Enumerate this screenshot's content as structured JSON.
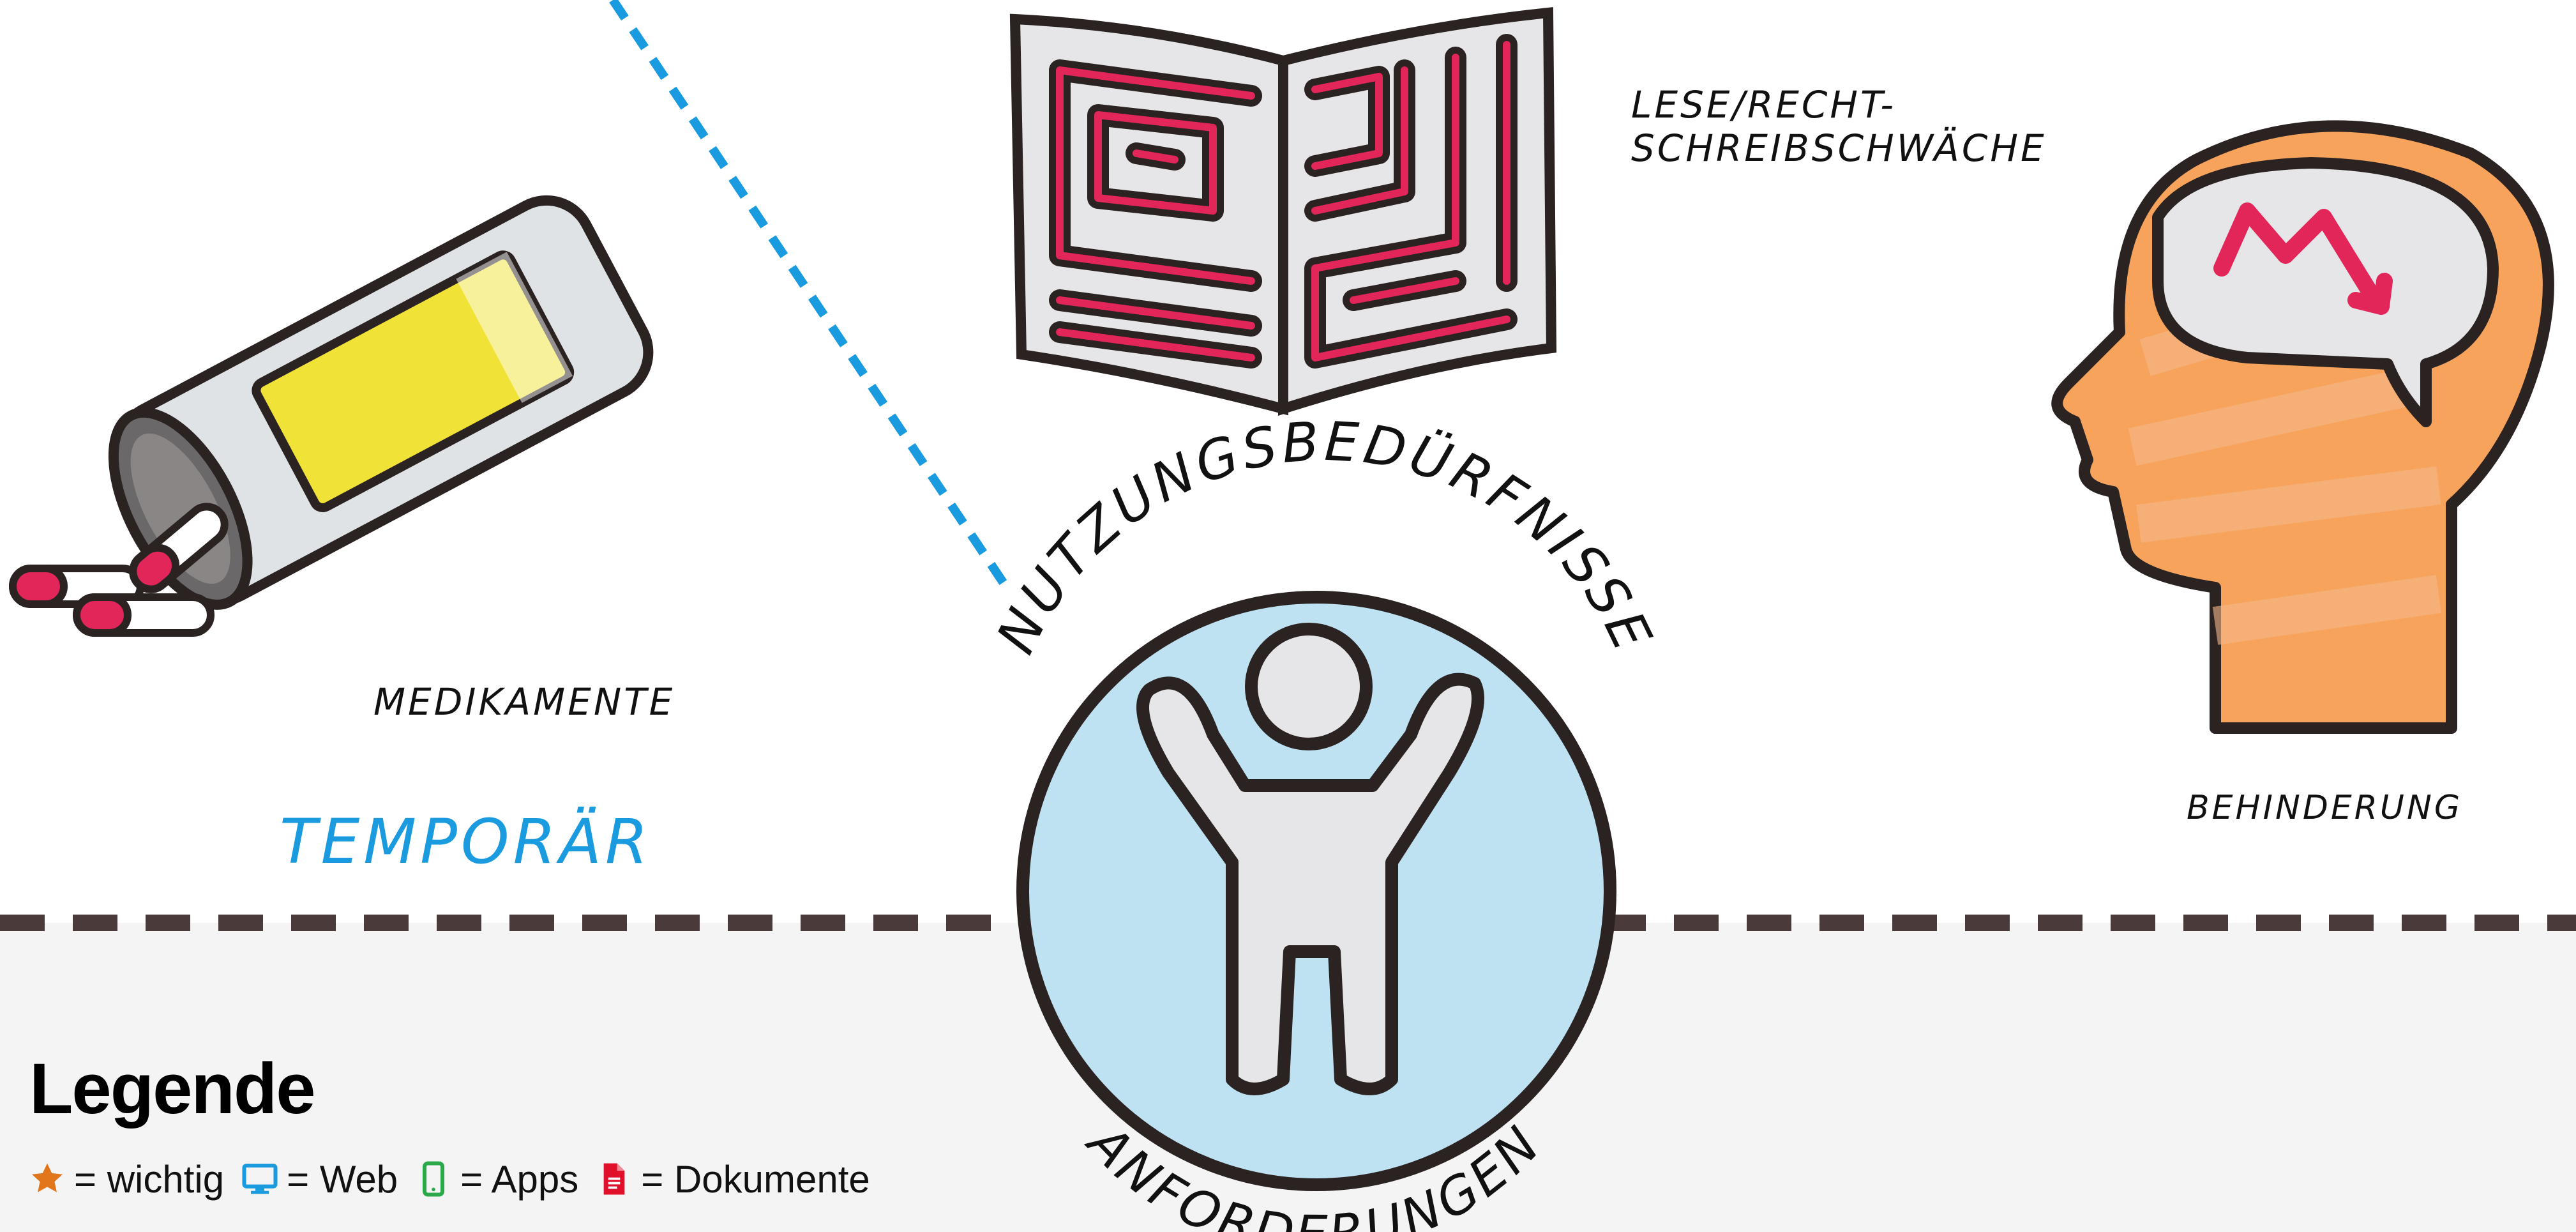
{
  "labels": {
    "medikamente": "MEDIKAMENTE",
    "temporaer": "TEMPORÄR",
    "lese_line1": "LESE/RECHT-",
    "lese_line2": "SCHREIBSCHWÄCHE",
    "behinderung": "BEHINDERUNG",
    "arc_top": "NUTZUNGSBEDÜRFNISSE",
    "arc_bottom": "ANFORDERUNGEN"
  },
  "legend": {
    "title": "Legende",
    "items": [
      {
        "icon": "star-icon",
        "color": "#e2761b",
        "text": "= wichtig"
      },
      {
        "icon": "monitor-icon",
        "color": "#1a9be0",
        "text": "= Web"
      },
      {
        "icon": "smartphone-icon",
        "color": "#2aa84a",
        "text": "= Apps"
      },
      {
        "icon": "document-icon",
        "color": "#e0102a",
        "text": "= Dokumente"
      }
    ]
  },
  "colors": {
    "accent_blue": "#1a9be0",
    "outline": "#3a2f2f",
    "circle_fill": "#bfe2f3",
    "magenta": "#e3265a",
    "orange": "#f7a35c",
    "yellow": "#f2e03a"
  }
}
